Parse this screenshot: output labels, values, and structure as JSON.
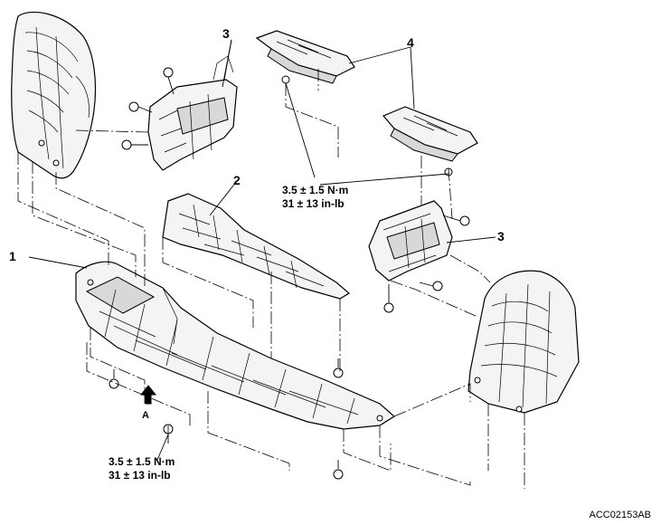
{
  "callouts": {
    "part_1": "1",
    "part_2": "2",
    "part_3_top": "3",
    "part_3_right": "3",
    "part_4": "4"
  },
  "view_arrow": "A",
  "torque_specs": [
    {
      "nm": "3.5 ± 1.5 N·m",
      "inlb": "31 ± 13 in-lb"
    },
    {
      "nm": "3.5 ± 1.5 N·m",
      "inlb": "31 ± 13 in-lb"
    }
  ],
  "figure_code": "ACC02153AB"
}
